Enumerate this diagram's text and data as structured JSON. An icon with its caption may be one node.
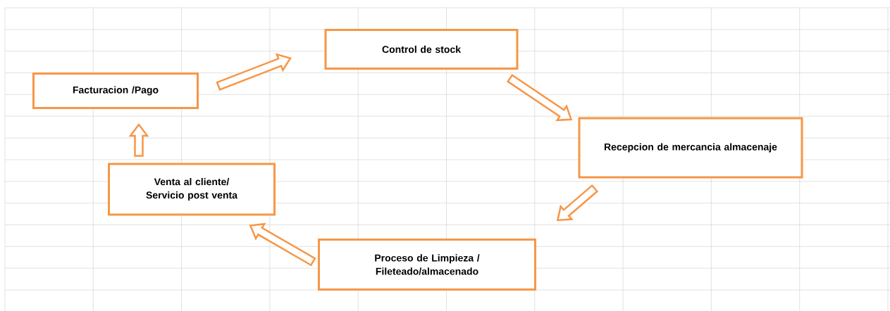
{
  "diagram": {
    "nodes": [
      {
        "text": [
          "Facturacion /Pago"
        ]
      },
      {
        "text": [
          "Control de stock"
        ]
      },
      {
        "text": [
          "Recepcion de mercancia almacenaje"
        ]
      },
      {
        "text": [
          "Proceso de Limpieza / Fileteado/almacenado"
        ]
      },
      {
        "text": [
          "Venta al cliente/ Servicio post venta"
        ]
      }
    ],
    "edges": [
      {
        "from": 0,
        "to": 1,
        "arrow": "to"
      },
      {
        "from": 1,
        "to": 2,
        "arrow": "to"
      },
      {
        "from": 2,
        "to": 3,
        "arrow": "to"
      },
      {
        "from": 3,
        "to": 4,
        "arrow": "to"
      },
      {
        "from": 4,
        "to": 0,
        "arrow": "to"
      }
    ]
  }
}
